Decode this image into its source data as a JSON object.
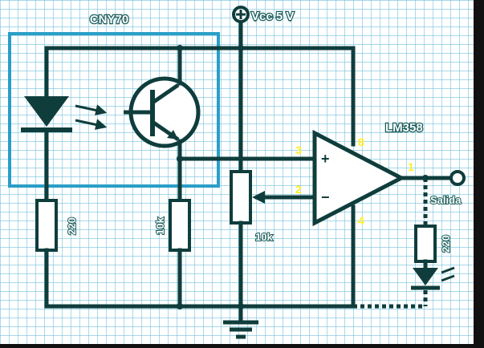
{
  "title": "CNY70",
  "supply": "Vcc 5 V",
  "opamp": {
    "name": "LM358",
    "pins": {
      "noninv": "3",
      "inv": "2",
      "vcc": "8",
      "gnd": "4",
      "out": "1"
    },
    "plus": "+",
    "minus": "−"
  },
  "output": "Salida",
  "components": {
    "r_led": "220",
    "r_transistor": "10k",
    "pot": "10k",
    "r_out": "220"
  },
  "colors": {
    "background": "#ffffff",
    "grid": "#5ab5d6",
    "wire": "#0f3d3c",
    "sensor_box": "#2a9fc7",
    "pin_labels": "#ffee22"
  }
}
